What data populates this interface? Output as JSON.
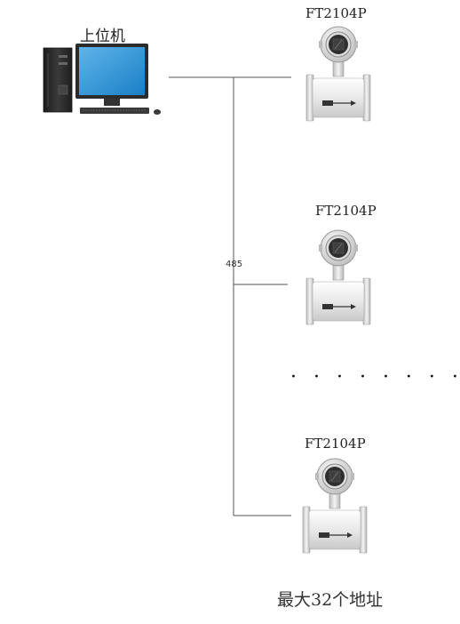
{
  "host": {
    "label": "上位机",
    "icon": "desktop-computer-icon"
  },
  "bus": {
    "label": "485"
  },
  "meters": [
    {
      "label": "FT2104P",
      "icon": "flowmeter-icon"
    },
    {
      "label": "FT2104P",
      "icon": "flowmeter-icon"
    },
    {
      "label": "FT2104P",
      "icon": "flowmeter-icon"
    }
  ],
  "ellipsis": "· · · · · · · ·",
  "footer": "最大32个地址",
  "colors": {
    "screen": "#1e8fd6",
    "tower": "#2a2a2a",
    "line": "#555555",
    "meter_body": "#e6e6e6",
    "meter_dark": "#333333"
  }
}
